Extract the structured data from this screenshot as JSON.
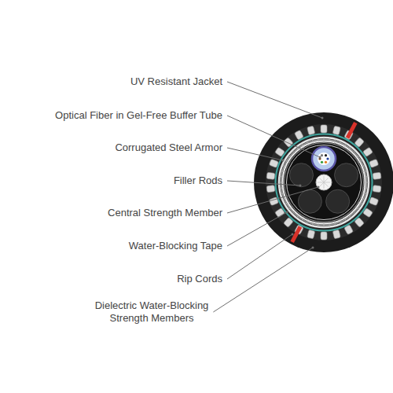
{
  "diagram": {
    "labels": [
      "UV Resistant Jacket",
      "Optical Fiber in Gel-Free Buffer Tube",
      "Corrugated Steel Armor",
      "Filler Rods",
      "Central Strength Member",
      "Water-Blocking Tape",
      "Rip Cords",
      "Dielectric Water-Blocking Strength Members"
    ]
  }
}
